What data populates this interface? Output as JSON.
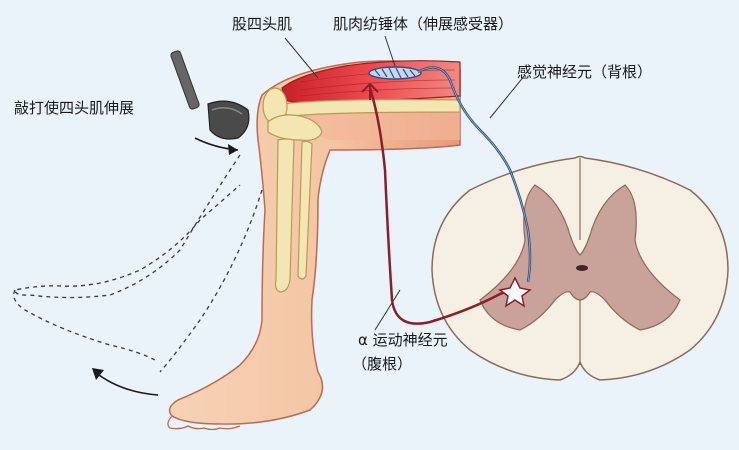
{
  "labels": {
    "quadriceps": "股四头肌",
    "spindle": "肌肉纺锤体（伸展感受器）",
    "tap": "敲打使四头肌伸展",
    "sensory": "感觉神经元（背根）",
    "motor_line1": "α 运动神经元",
    "motor_line2": "（腹根）"
  },
  "colors": {
    "background": "#eaf3fa",
    "skin": "#f4c6a3",
    "skin_shade": "#e89a78",
    "muscle": "#e8323a",
    "bone": "#f3e6b2",
    "sensory_nerve": "#2b4f86",
    "motor_nerve": "#8a1e2a",
    "cord_white": "#f6f0e4",
    "cord_gray": "#c9a29a"
  }
}
